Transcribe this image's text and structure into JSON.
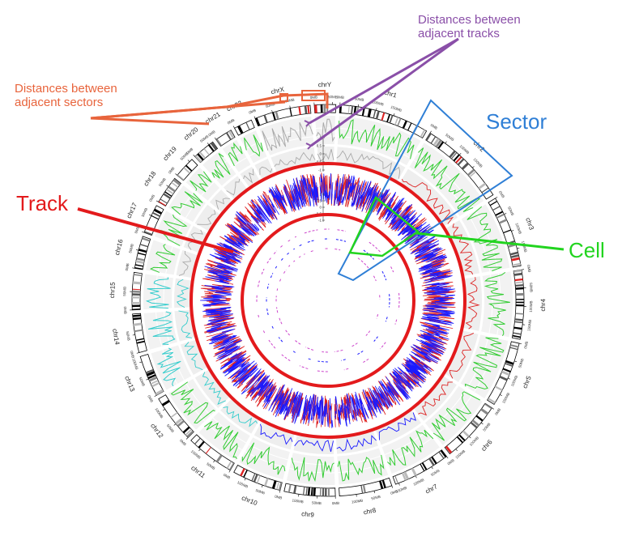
{
  "chromosomes": [
    {
      "name": "chr1",
      "weight": 249
    },
    {
      "name": "chr2",
      "weight": 243
    },
    {
      "name": "chr3",
      "weight": 198
    },
    {
      "name": "chr4",
      "weight": 191
    },
    {
      "name": "chr5",
      "weight": 181
    },
    {
      "name": "chr6",
      "weight": 171
    },
    {
      "name": "chr7",
      "weight": 159
    },
    {
      "name": "chr8",
      "weight": 146
    },
    {
      "name": "chr9",
      "weight": 141
    },
    {
      "name": "chr10",
      "weight": 136
    },
    {
      "name": "chr11",
      "weight": 135
    },
    {
      "name": "chr12",
      "weight": 133
    },
    {
      "name": "chr13",
      "weight": 115
    },
    {
      "name": "chr14",
      "weight": 107
    },
    {
      "name": "chr15",
      "weight": 103
    },
    {
      "name": "chr16",
      "weight": 90
    },
    {
      "name": "chr17",
      "weight": 81
    },
    {
      "name": "chr18",
      "weight": 78
    },
    {
      "name": "chr19",
      "weight": 59
    },
    {
      "name": "chr20",
      "weight": 63
    },
    {
      "name": "chr21",
      "weight": 48
    },
    {
      "name": "chr22",
      "weight": 51
    },
    {
      "name": "chrX",
      "weight": 155
    },
    {
      "name": "chrY",
      "weight": 59
    }
  ],
  "tick_labels": [
    "0MB",
    "50MB",
    "100MB",
    "150MB"
  ],
  "axis_ticks": [
    "1",
    "0.5",
    "0",
    "-0.5",
    "-1",
    "1",
    "0.5",
    "0",
    "-0.5",
    "-1"
  ],
  "annotations": {
    "sectors_gap": {
      "line1": "Distances between",
      "line2": "adjacent sectors"
    },
    "tracks_gap": {
      "line1": "Distances between",
      "line2": "adjacent tracks"
    },
    "sector": "Sector",
    "track": "Track",
    "cell": "Cell"
  },
  "colors": {
    "sectors_gap": "#e8643c",
    "tracks_gap": "#8a4fa8",
    "sector": "#2f7fd6",
    "track": "#e31a1c",
    "cell": "#22d41f",
    "green_track": "#33cc33",
    "red_series": "#dd2222",
    "blue_series": "#1a1aff",
    "cyan_series": "#33cccc",
    "gray_series": "#aaaaaa",
    "magenta_series": "#cc44cc"
  }
}
